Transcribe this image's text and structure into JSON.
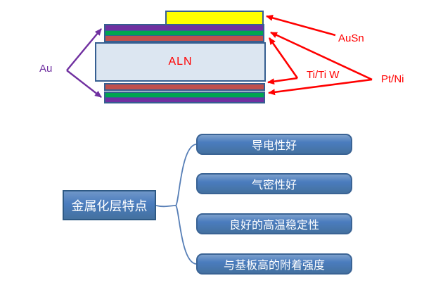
{
  "top_diagram": {
    "aln_label": "ALN",
    "labels": {
      "au": {
        "text": "Au",
        "color": "#7030A0"
      },
      "ausn": {
        "text": "AuSn",
        "color": "#FF0000"
      },
      "titiw": {
        "text": "Ti/Ti W",
        "color": "#FF0000"
      },
      "ptni": {
        "text": "Pt/Ni",
        "color": "#FF0000"
      }
    },
    "layer_colors": {
      "ausn_solder": "#FFFF00",
      "au": "#7030A0",
      "ptni": "#00A550",
      "titiw": "#C0504D",
      "aln_fill": "#DCE6F1",
      "outline": "#365F91"
    },
    "arrow_colors": {
      "red": "#FF0000",
      "purple": "#7030A0"
    }
  },
  "bottom_diagram": {
    "root_label": "金属化层特点",
    "features": [
      {
        "label": "导电性好"
      },
      {
        "label": "气密性好"
      },
      {
        "label": "良好的高温稳定性"
      },
      {
        "label": "与基板高的附着强度"
      }
    ],
    "box_fill": "#4A7CBE",
    "box_border": "#3A6394",
    "connector_color": "#567EB6",
    "text_color": "#FFFFFF"
  }
}
